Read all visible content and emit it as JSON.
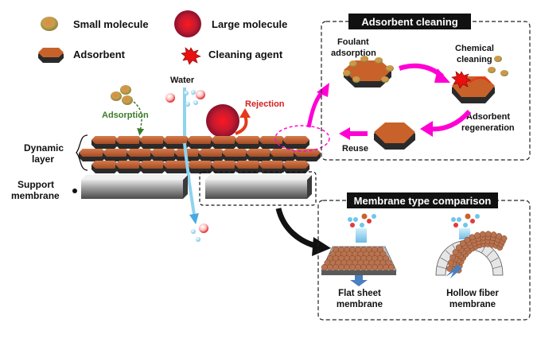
{
  "legend": {
    "small_molecule": "Small molecule",
    "large_molecule": "Large molecule",
    "adsorbent": "Adsorbent",
    "cleaning_agent": "Cleaning agent"
  },
  "labels": {
    "water": "Water",
    "adsorption": "Adsorption",
    "rejection": "Rejection",
    "dynamic_layer_line1": "Dynamic",
    "dynamic_layer_line2": "layer",
    "support_membrane_line1": "Support",
    "support_membrane_line2": "membrane"
  },
  "cleaning_panel": {
    "title": "Adsorbent cleaning",
    "foulant_line1": "Foulant",
    "foulant_line2": "adsorption",
    "chemical_line1": "Chemical",
    "chemical_line2": "cleaning",
    "regeneration_line1": "Adsorbent",
    "regeneration_line2": "regeneration",
    "reuse": "Reuse"
  },
  "comparison_panel": {
    "title": "Membrane type comparison",
    "flat_line1": "Flat sheet",
    "flat_line2": "membrane",
    "hollow_line1": "Hollow fiber",
    "hollow_line2": "membrane"
  },
  "colors": {
    "adsorbent_top": "#c9622a",
    "adsorbent_side": "#2a2a2a",
    "small_molecule": "#b09a4c",
    "large_molecule": "#d8242c",
    "water_flow": "#8fd3ef",
    "cleaning_arrow": "#ff00d4",
    "rejection_text": "#d42020",
    "adsorption_text": "#3c7a2a"
  }
}
